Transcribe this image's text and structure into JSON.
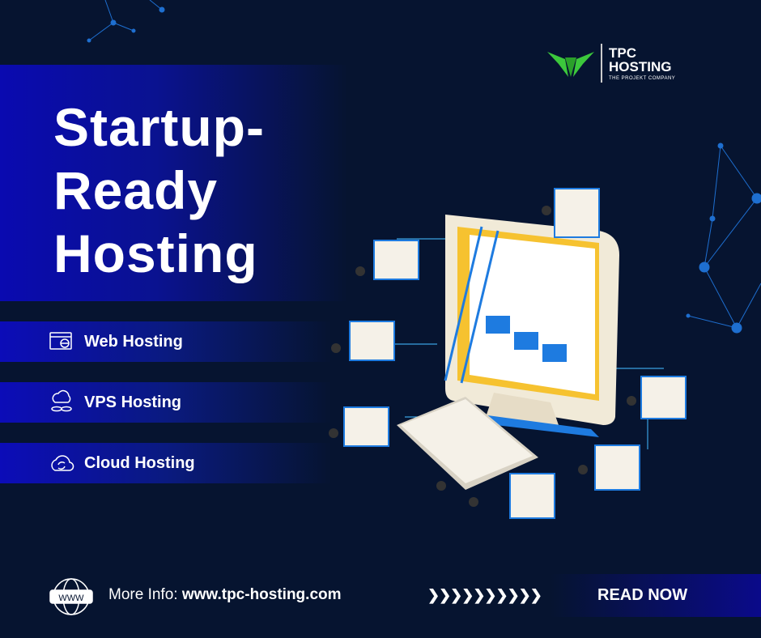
{
  "logo": {
    "name_line1": "TPC",
    "name_line2": "HOSTING",
    "tagline": "THE PROJEKT COMPANY"
  },
  "headline": {
    "line1": "Startup-",
    "line2": "Ready",
    "line3": "Hosting"
  },
  "services": [
    {
      "label": "Web Hosting",
      "icon": "web-hosting-icon"
    },
    {
      "label": "VPS Hosting",
      "icon": "vps-icon"
    },
    {
      "label": "Cloud Hosting",
      "icon": "cloud-sync-icon"
    }
  ],
  "footer": {
    "info_label": "More Info:",
    "url": "www.tpc-hosting.com",
    "globe_badge": "WWW",
    "chevrons": "❯❯❯❯❯❯❯❯❯❯",
    "cta": "READ NOW"
  },
  "colors": {
    "background": "#061430",
    "accent_blue": "#0a0ab0",
    "logo_green": "#3cc83c",
    "illustration_blue": "#1e7be0"
  }
}
